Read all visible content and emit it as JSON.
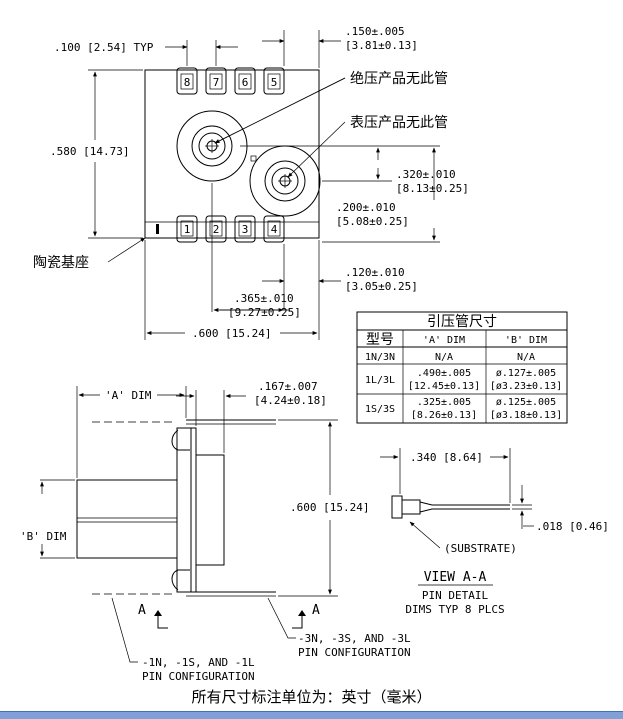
{
  "top_view": {
    "pin_pitch": ".100 [2.54] TYP",
    "pin_width": ".150±.005",
    "pin_width_mm": "[3.81±0.13]",
    "height": ".580 [14.73]",
    "port_spacing": ".320±.010",
    "port_spacing_mm": "[8.13±0.25]",
    "port_offset": ".200±.010",
    "port_offset_mm": "[5.08±0.25]",
    "pin_offset": ".120±.010",
    "pin_offset_mm": "[3.05±0.25]",
    "port_x": ".365±.010",
    "port_x_mm": "[9.27±0.25]",
    "width": ".600 [15.24]",
    "pins_top": [
      "8",
      "7",
      "6",
      "5"
    ],
    "pins_bottom": [
      "1",
      "2",
      "3",
      "4"
    ],
    "label_absolute": "绝压产品无此管",
    "label_gauge": "表压产品无此管",
    "label_ceramic": "陶瓷基座"
  },
  "table": {
    "title": "引压管尺寸",
    "headers": [
      "型号",
      "'A' DIM",
      "'B' DIM"
    ],
    "rows": [
      {
        "model": "1N/3N",
        "a1": "N/A",
        "a2": "",
        "b1": "N/A",
        "b2": ""
      },
      {
        "model": "1L/3L",
        "a1": ".490±.005",
        "a2": "[12.45±0.13]",
        "b1": "ø.127±.005",
        "b2": "[ø3.23±0.13]"
      },
      {
        "model": "1S/3S",
        "a1": ".325±.005",
        "a2": "[8.26±0.13]",
        "b1": "ø.125±.005",
        "b2": "[ø3.18±0.13]"
      }
    ]
  },
  "side_view": {
    "a_dim": "'A' DIM",
    "b_dim": "'B' DIM",
    "thickness": ".167±.007",
    "thickness_mm": "[4.24±0.18]",
    "height": ".600 [15.24]",
    "section_mark": "A",
    "pin_config_1a": "-1N, -1S, AND -1L",
    "pin_config_1b": "PIN CONFIGURATION",
    "pin_config_3a": "-3N, -3S, AND -3L",
    "pin_config_3b": "PIN CONFIGURATION"
  },
  "pin_detail": {
    "length": ".340 [8.64]",
    "thickness": ".018 [0.46]",
    "substrate": "(SUBSTRATE)",
    "view_title": "VIEW A-A",
    "line1": "PIN DETAIL",
    "line2": "DIMS TYP 8 PLCS"
  },
  "footer": "所有尺寸标注单位为：英寸（毫米）"
}
